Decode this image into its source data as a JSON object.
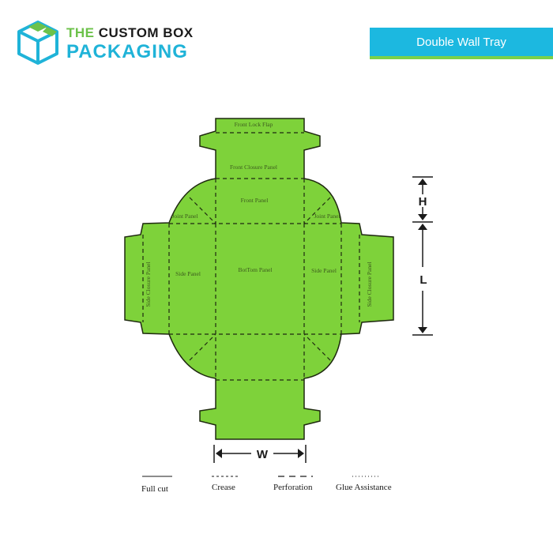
{
  "brand": {
    "line1_the": "THE",
    "line1_name": "CUSTOM BOX",
    "line2": "PACKAGING",
    "colors": {
      "green": "#6cc24a",
      "blue": "#1fb3d8",
      "dark": "#1a1a1a"
    }
  },
  "banner": {
    "title": "Double Wall Tray",
    "color": "#1cb8e0",
    "underline_color": "#7ad14b"
  },
  "dieline": {
    "fill_color": "#7ed23a",
    "panels": {
      "front_lock_flap": "Front Lock Flap",
      "front_closure_panel": "Front Closure Panel",
      "front_panel": "Front Panel",
      "joint_panel_left": "Joint Panel",
      "joint_panel_right": "Joint Panel",
      "side_panel_left": "Side Panel",
      "side_panel_right": "Side Panel",
      "bottom_panel": "BotTom Panel",
      "side_closure_left": "Side Closure Panel",
      "side_closure_right": "Side Closure Panel"
    }
  },
  "dimensions": {
    "height": "H",
    "length": "L",
    "width": "W"
  },
  "legend": {
    "full_cut": "Full cut",
    "crease": "Crease",
    "perforation": "Perforation",
    "glue_assistance": "Glue Assistance"
  }
}
